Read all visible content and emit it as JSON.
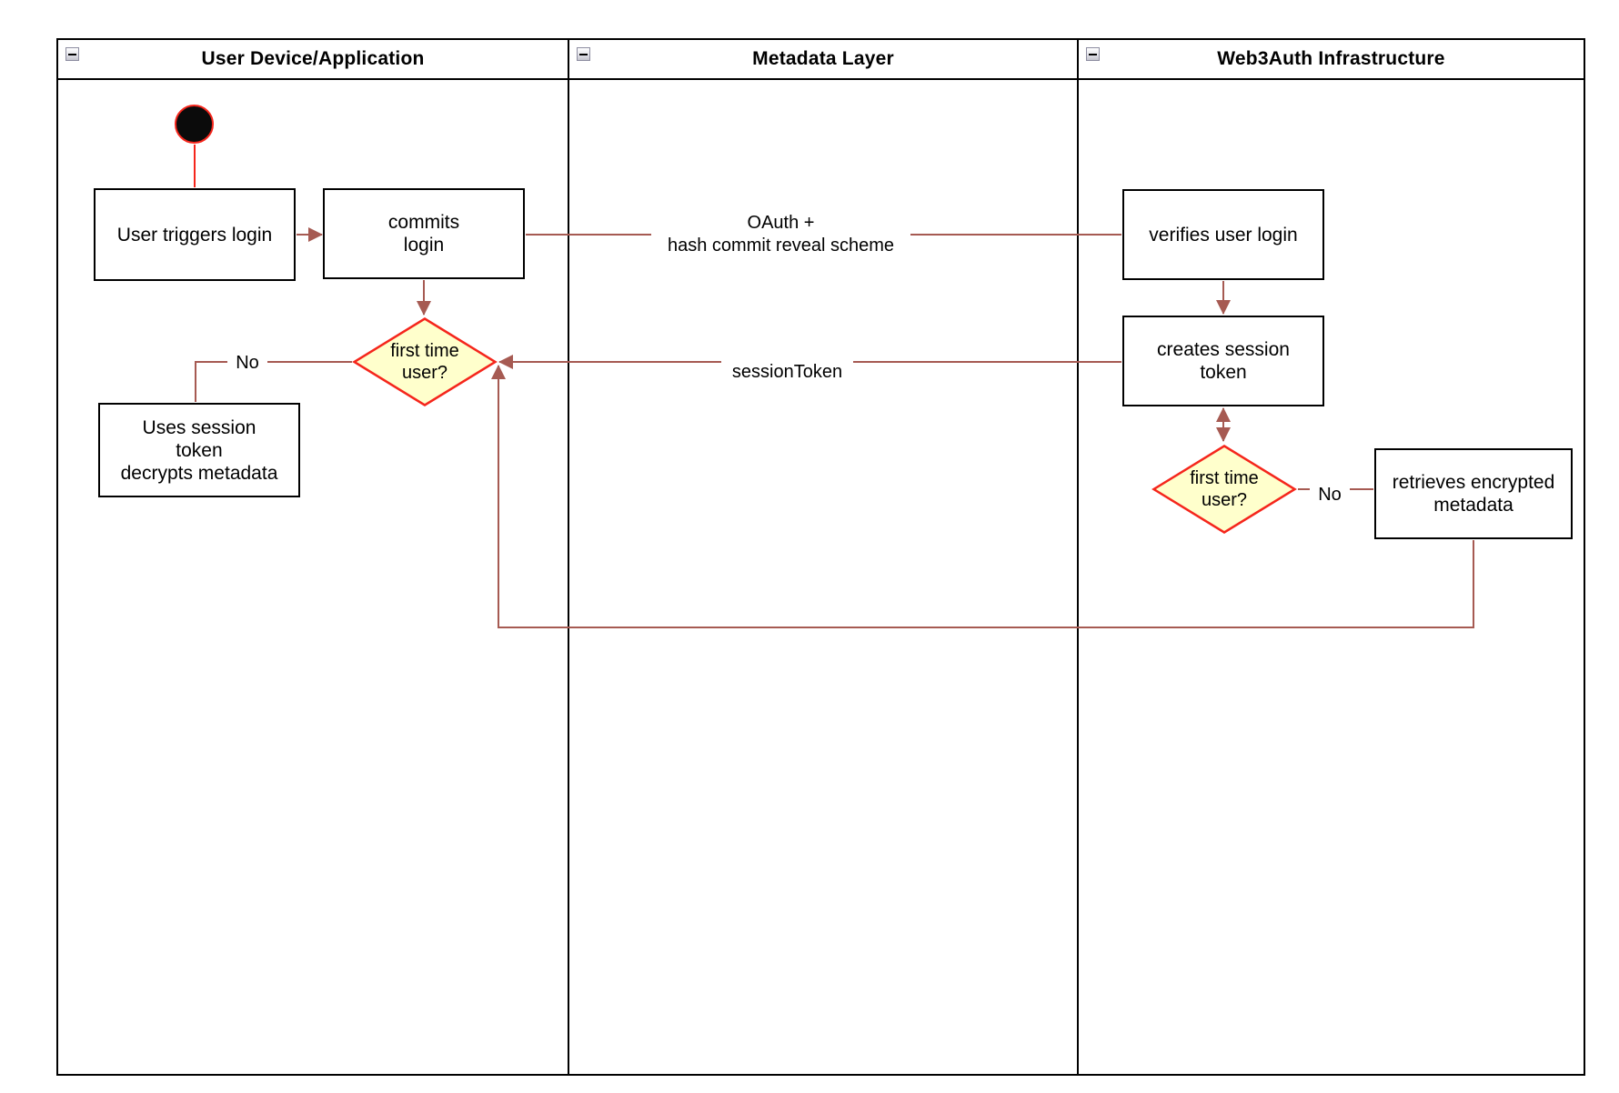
{
  "diagram": {
    "lanes": [
      {
        "title": "User Device/Application",
        "collapse_icon": "minus-icon"
      },
      {
        "title": "Metadata Layer",
        "collapse_icon": "minus-icon"
      },
      {
        "title": "Web3Auth Infrastructure",
        "collapse_icon": "minus-icon"
      }
    ],
    "nodes": {
      "start": {
        "type": "initial-node"
      },
      "user_triggers_login": {
        "label": "User triggers login"
      },
      "commits_login": {
        "label": "commits\nlogin"
      },
      "first_time_user_1": {
        "label": "first time\nuser?"
      },
      "uses_session_token": {
        "label": "Uses session\ntoken\ndecrypts metadata"
      },
      "verifies_user_login": {
        "label": "verifies user login"
      },
      "creates_session_token": {
        "label": "creates session\ntoken"
      },
      "first_time_user_2": {
        "label": "first time\nuser?"
      },
      "retrieves_encrypted_metadata": {
        "label": "retrieves encrypted\nmetadata"
      }
    },
    "edge_labels": {
      "oauth": "OAuth +\nhash commit reveal scheme",
      "session_token": "sessionToken",
      "no_left": "No",
      "no_right": "No"
    },
    "colors": {
      "connector": "#a65a52",
      "decision_border": "#f5261c",
      "decision_fill": "#ffffcc",
      "start_fill": "#0b0b0b",
      "start_border": "#f5261c",
      "node_border": "#000000",
      "node_fill": "#ffffff",
      "lane_border": "#000000"
    }
  }
}
